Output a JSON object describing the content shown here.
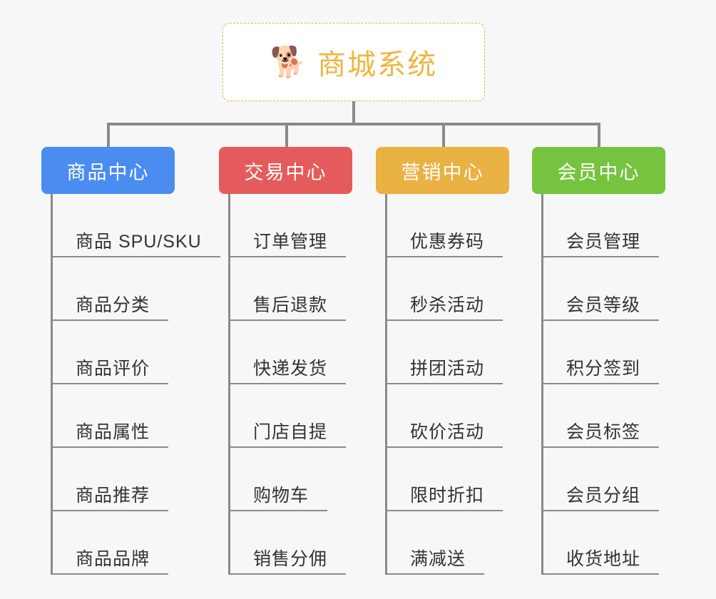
{
  "page": {
    "background_color": "#f7f7f7",
    "line_color": "#8a8a8a"
  },
  "root": {
    "icon": "shiba-dog-face-emoji",
    "icon_glyph": "🐕",
    "title": "商城系统",
    "title_color": "#f0b53f",
    "border_color": "#e8b14a",
    "background_color": "#ffffff"
  },
  "columns": [
    {
      "id": "product-center",
      "header": "商品中心",
      "color": "#4a8cf0",
      "items": [
        "商品 SPU/SKU",
        "商品分类",
        "商品评价",
        "商品属性",
        "商品推荐",
        "商品品牌"
      ]
    },
    {
      "id": "trade-center",
      "header": "交易中心",
      "color": "#e55b5b",
      "items": [
        "订单管理",
        "售后退款",
        "快递发货",
        "门店自提",
        "购物车",
        "销售分佣"
      ]
    },
    {
      "id": "marketing-center",
      "header": "营销中心",
      "color": "#eab143",
      "items": [
        "优惠券码",
        "秒杀活动",
        "拼团活动",
        "砍价活动",
        "限时折扣",
        "满减送"
      ]
    },
    {
      "id": "member-center",
      "header": "会员中心",
      "color": "#76c33f",
      "items": [
        "会员管理",
        "会员等级",
        "积分签到",
        "会员标签",
        "会员分组",
        "收货地址"
      ]
    }
  ]
}
